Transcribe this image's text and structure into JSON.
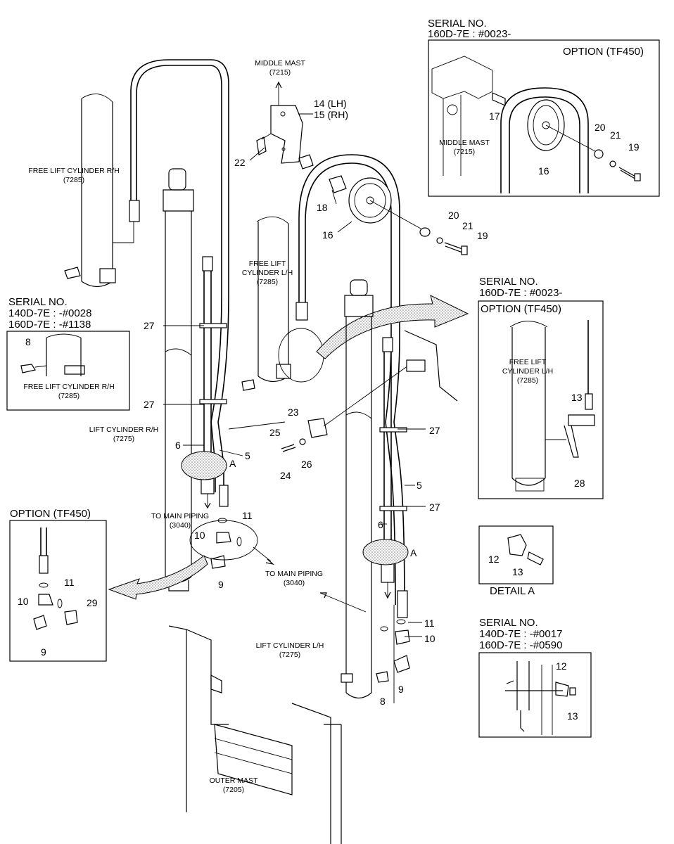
{
  "serial_top_right": {
    "line1": "SERIAL NO.",
    "line2": "160D-7E : #0023-"
  },
  "option_top_right": "OPTION (TF450)",
  "middle_mast_top": {
    "line1": "MIDDLE MAST",
    "line2": "(7215)"
  },
  "middle_mast_inset": {
    "line1": "MIDDLE MAST",
    "line2": "(7215)"
  },
  "bracket_lh": "14 (LH)",
  "bracket_rh": "15 (RH)",
  "free_lift_rh": {
    "line1": "FREE LIFT CYLINDER R/H",
    "line2": "(7285)"
  },
  "free_lift_lh": {
    "line1": "FREE LIFT",
    "line2": "CYLINDER L/H",
    "line3": "(7285)"
  },
  "serial_left": {
    "line1": "SERIAL NO.",
    "line2": "140D-7E : -#0028",
    "line3": "160D-7E : -#1138"
  },
  "free_lift_rh_inset": {
    "line1": "FREE LIFT CYLINDER R/H",
    "line2": "(7285)"
  },
  "serial_mid_right": {
    "line1": "SERIAL NO.",
    "line2": "160D-7E : #0023-"
  },
  "option_mid_right": "OPTION (TF450)",
  "free_lift_lh_inset": {
    "line1": "FREE LIFT",
    "line2": "CYLINDER L/H",
    "line3": "(7285)"
  },
  "lift_cyl_rh": {
    "line1": "LIFT CYLINDER R/H",
    "line2": "(7275)"
  },
  "lift_cyl_lh": {
    "line1": "LIFT CYLINDER L/H",
    "line2": "(7275)"
  },
  "to_main_piping_1": {
    "line1": "TO MAIN PIPING",
    "line2": "(3040)"
  },
  "to_main_piping_2": {
    "line1": "TO MAIN PIPING",
    "line2": "(3040)"
  },
  "option_left": "OPTION (TF450)",
  "detail_a": "DETAIL A",
  "serial_bottom_right": {
    "line1": "SERIAL NO.",
    "line2": "140D-7E : -#0017",
    "line3": "160D-7E : -#0590"
  },
  "outer_mast": {
    "line1": "OUTER MAST",
    "line2": "(7205)"
  },
  "callouts": {
    "n5": "5",
    "n6": "6",
    "n8": "8",
    "n9": "9",
    "n10": "10",
    "n11": "11",
    "n12": "12",
    "n13": "13",
    "n16": "16",
    "n17": "17",
    "n18": "18",
    "n19": "19",
    "n20": "20",
    "n21": "21",
    "n22": "22",
    "n23": "23",
    "n24": "24",
    "n25": "25",
    "n26": "26",
    "n27": "27",
    "n28": "28",
    "n29": "29",
    "nA": "A"
  }
}
